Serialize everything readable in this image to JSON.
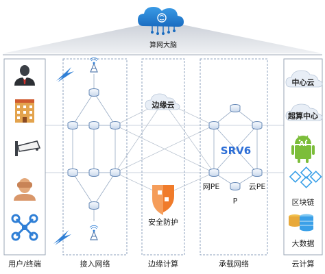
{
  "top": {
    "title": "算网大脑"
  },
  "columns": {
    "users": "用户/终端",
    "access": "接入网络",
    "edge": "边缘计算",
    "bearer": "承载网络",
    "cloud": "云计算"
  },
  "edge": {
    "cloud_label": "边缘云",
    "security_label": "安全防护"
  },
  "bearer": {
    "protocol": "SRV6",
    "pe_net": "网PE",
    "pe_cloud": "云PE",
    "p_router": "P"
  },
  "cloud": {
    "items": [
      "中心云",
      "超算中心",
      "AI",
      "区块链",
      "大数据"
    ]
  },
  "colors": {
    "accent": "#2f7fd6",
    "node_fill": "#dfe9f6",
    "node_stroke": "#5a7fb0",
    "dashed_box": "#8ea2bd",
    "roof": "#d9dde3",
    "android": "#7cbd3a",
    "shield": "#f07b2a"
  },
  "icons": {
    "users": [
      "businessman-icon",
      "building-icon",
      "cctv-camera-icon",
      "vr-headset-person-icon",
      "drone-icon"
    ],
    "access": [
      "lightning-signal-icon",
      "radio-tower-icon"
    ]
  }
}
